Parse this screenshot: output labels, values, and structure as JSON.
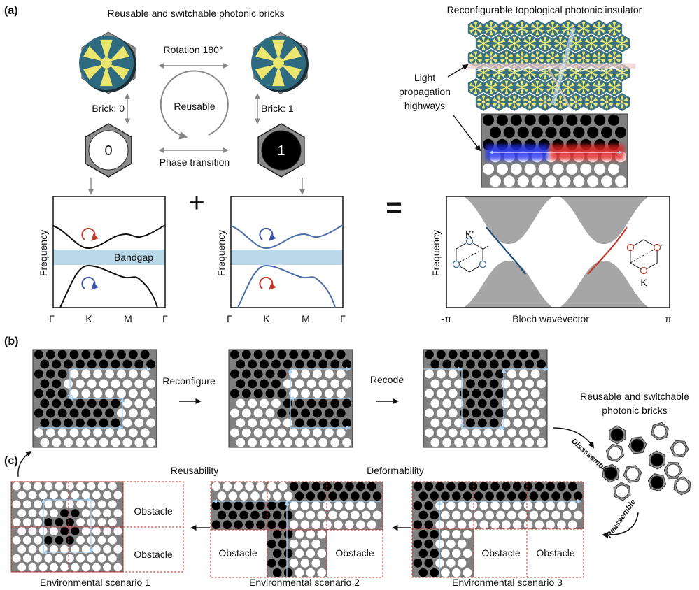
{
  "panel_labels": {
    "a": "(a)",
    "b": "(b)",
    "c": "(c)"
  },
  "bricks": {
    "title": "Reusable and switchable photonic bricks",
    "rotation": "Rotation 180°",
    "reusable": "Reusable",
    "brick0": "Brick: 0",
    "brick1": "Brick: 1",
    "phase": "Phase transition",
    "digit0": "0",
    "digit1": "1"
  },
  "insulator": {
    "title": "Reconfigurable topological photonic insulator",
    "highway": [
      "Light",
      "propagation",
      "highways"
    ],
    "pattern": [
      "1111111111",
      "1111111111",
      "1111111111",
      "0000000000",
      "0000000000",
      "0000000000"
    ]
  },
  "bands": {
    "ylabel": "Frequency",
    "ticks": [
      "Γ",
      "K",
      "M",
      "Γ"
    ],
    "bandgap": "Bandgap",
    "plus": "+",
    "equals": "="
  },
  "edge": {
    "ylabel": "Frequency",
    "xlabel": "Bloch wavevector",
    "xmin": "-π",
    "xmax": "π",
    "kprime": "K'",
    "k": "K"
  },
  "b": {
    "reconfigure": "Reconfigure",
    "recode": "Recode",
    "bricks_title": [
      "Reusable and switchable",
      "photonic bricks"
    ],
    "disassemble": "Disassemble",
    "reassemble": "Reassemble",
    "patterns": [
      [
        "1111111111",
        "1111111111",
        "1110000000",
        "1100000000",
        "1110000000",
        "1111111000",
        "1111111000",
        "1111111000",
        "0000000000",
        "0000000000"
      ],
      [
        "1111111111",
        "1111111111",
        "1111100000",
        "1111000000",
        "1111100000",
        "0000111111",
        "0000111111",
        "0000011111",
        "0000000000",
        "0000000000"
      ],
      [
        "1111111111",
        "1111111111",
        "0001111000",
        "0001110000",
        "0001111000",
        "0001110000",
        "0001111000",
        "0001110000",
        "0000000000",
        "0000000000"
      ]
    ]
  },
  "c": {
    "reusability": "Reusability",
    "deformability": "Deformability",
    "obstacle": "Obstacle",
    "scenarios": [
      "Environmental scenario 1",
      "Environmental scenario 2",
      "Environmental scenario 3"
    ],
    "patterns": [
      [
        "0000000000",
        "0000000000",
        "0000000000",
        "0000110000",
        "0001110000",
        "0000110000",
        "0001110000",
        "0000000000",
        "0000000000",
        "0000000000"
      ],
      [
        "000000011111111",
        "000000011111111",
        "111111100000000",
        "111111100000000",
        "111111100000000",
        "     11000     ",
        "     11000     ",
        "     11000     ",
        "     11000     ",
        "     11000     "
      ],
      [
        "111111111111111",
        "111111111111111",
        "110000000000000",
        "110000000000000",
        "110000000000000",
        "11000          ",
        "11000          ",
        "11000          ",
        "11000          ",
        "11000          "
      ]
    ]
  },
  "colors": {
    "rotor_disc": "#2f6b80",
    "rotor_blade": "#ece66f",
    "lattice_bg": "#808080",
    "bandgap": "#bcd9ea",
    "band_blue": "#4a6ea8",
    "edge_blue": "#1d4f7d",
    "edge_red": "#c0392b",
    "glow_blue": "#1f6fb5",
    "glow_red": "#e02020",
    "obstacle_dash": "#c0392b"
  }
}
